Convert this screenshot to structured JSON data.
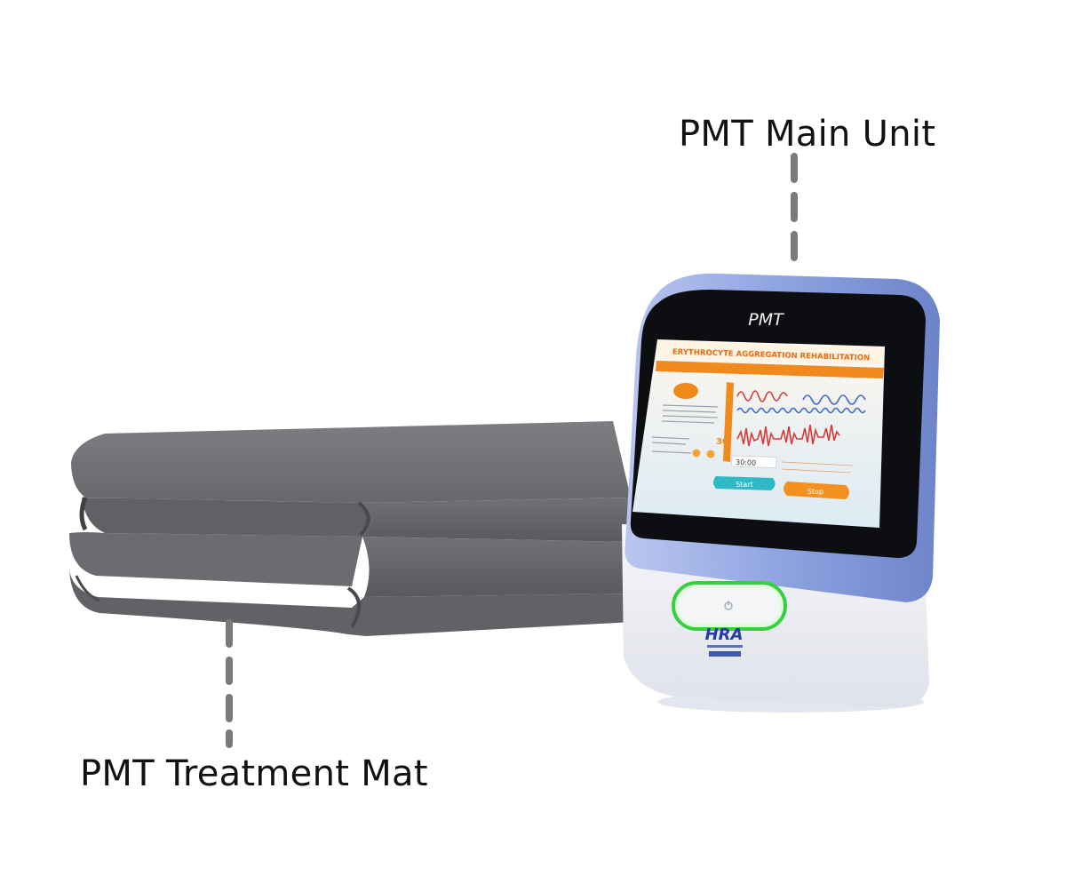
{
  "labels": {
    "main_unit": "PMT Main Unit",
    "treatment_mat": "PMT Treatment Mat"
  },
  "device": {
    "bezel_text": "PMT",
    "screen": {
      "title": "ERYTHROCYTE AGGREGATION REHABILITATION",
      "timer": "30:00",
      "minutes": "30",
      "start_label": "Start",
      "stop_label": "Stop"
    },
    "brand": "HRA"
  },
  "colors": {
    "mat": "#6a6c6f",
    "device_blue": "#8ea3e0",
    "screen_accent": "#f08a1c",
    "start_button": "#2fb8c6",
    "stop_button": "#f4901e",
    "power_ring": "#36d03e",
    "leader": "#7a7a7a"
  }
}
